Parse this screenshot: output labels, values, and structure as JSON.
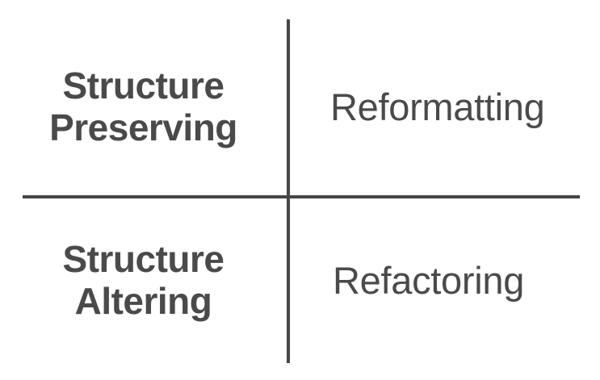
{
  "diagram": {
    "type": "two-by-two-quadrant",
    "background_color": "#ffffff",
    "line_color": "#464646",
    "text_color": "#4a4a4a",
    "axes": {
      "vertical_divider": "vertical-divider-line",
      "horizontal_divider": "horizontal-divider-line"
    },
    "quadrants": {
      "top_left": {
        "label": "Structure\nPreserving",
        "emphasis": "bold"
      },
      "top_right": {
        "label": "Reformatting",
        "emphasis": "regular"
      },
      "bottom_left": {
        "label": "Structure\nAltering",
        "emphasis": "bold"
      },
      "bottom_right": {
        "label": "Refactoring",
        "emphasis": "regular"
      }
    }
  }
}
